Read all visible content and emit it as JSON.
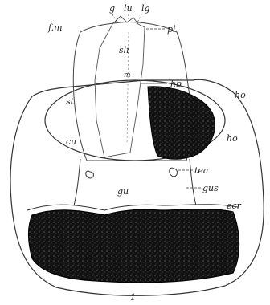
{
  "figure": {
    "number": "1",
    "labels": {
      "fm": "f.m",
      "g": "g",
      "lu": "lu",
      "lg": "lg",
      "pl": "pl",
      "sli": "sli",
      "m": "m",
      "st": "st",
      "hb": "hb",
      "ho1": "ho",
      "ho2": "ho",
      "cu": "cu",
      "tea": "tea",
      "gu": "gu",
      "gus": "gus",
      "ecr": "ecr"
    }
  }
}
